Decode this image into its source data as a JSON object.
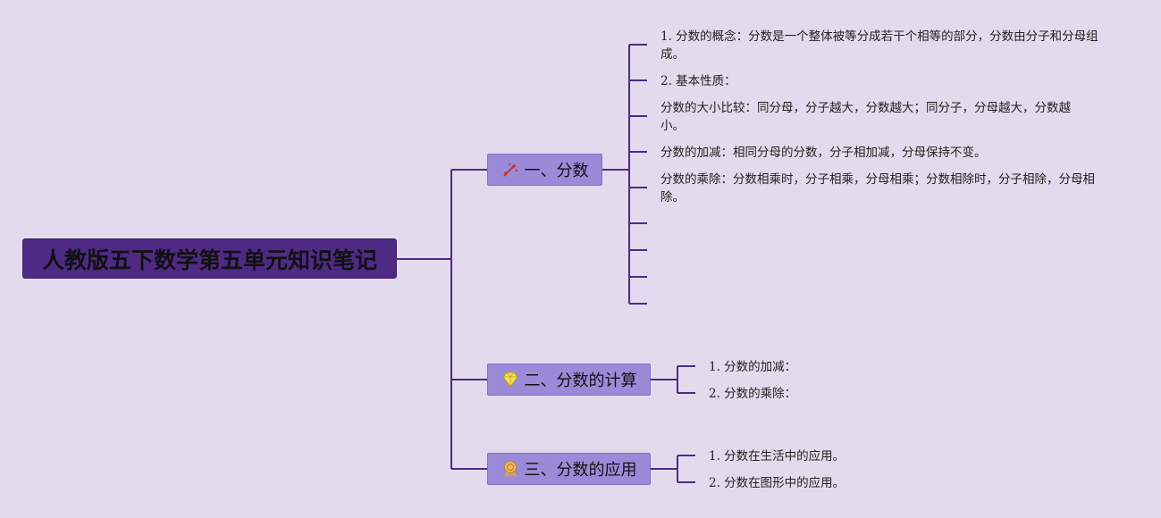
{
  "root": {
    "title": "人教版五下数学第五单元知识笔记"
  },
  "branches": [
    {
      "label": "一、分数",
      "icon": "magic-wand-icon",
      "items": [
        "1. 分数的概念：分数是一个整体被等分成若干个相等的部分，分数由分子和分母组成。",
        "2. 基本性质：",
        "分数的大小比较：同分母，分子越大，分数越大；同分子，分母越大，分数越小。",
        "分数的加减：相同分母的分数，分子相加减，分母保持不变。",
        "分数的乘除：分数相乘时，分子相乘，分母相乘；分数相除时，分子相除，分母相除。"
      ]
    },
    {
      "label": "二、分数的计算",
      "icon": "diamond-icon",
      "items": [
        "1. 分数的加减：",
        "2. 分数的乘除："
      ]
    },
    {
      "label": "三、分数的应用",
      "icon": "award-ribbon-icon",
      "items": [
        "1. 分数在生活中的应用。",
        "2. 分数在图形中的应用。"
      ]
    }
  ],
  "colors": {
    "background": "#e3dbed",
    "connector": "#4f2a84",
    "root": "#4f2a84",
    "branch": "#9b8ad8"
  }
}
